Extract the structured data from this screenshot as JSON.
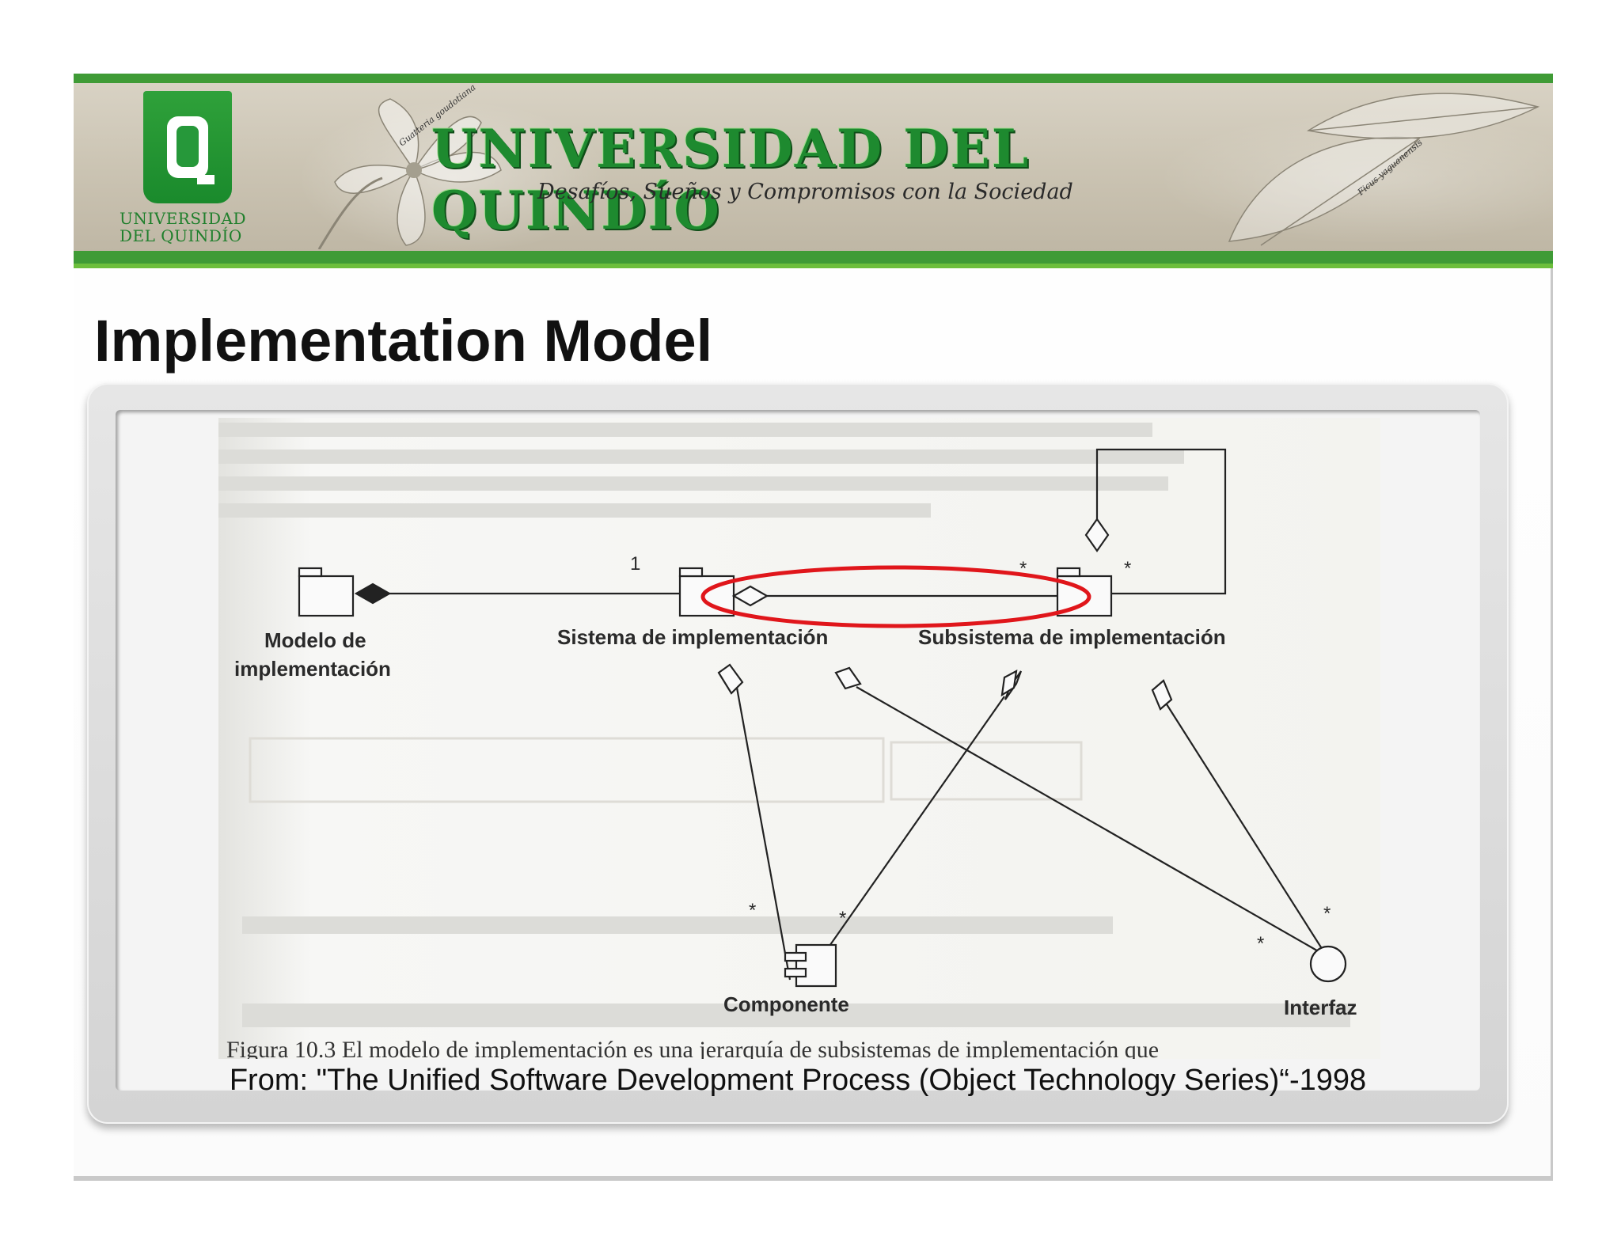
{
  "header": {
    "logo_text": [
      "UNIVERSIDAD",
      "DEL QUINDÍO"
    ],
    "title": "UNIVERSIDAD DEL QUINDÍO",
    "motto": "Desafíos, Sueños y Compromisos con la Sociedad",
    "flower_label": "Guatteria goudotiana",
    "leaf_label": "Ficus yaguanensis"
  },
  "slide": {
    "title": "Implementation Model",
    "caption": "From: \"The Unified Software Development Process (Object Technology Series)“-1998"
  },
  "diagram": {
    "nodes": {
      "modelo_line1": "Modelo de",
      "modelo_line2": "implementación",
      "sistema": "Sistema de implementación",
      "subsistema": "Subsistema de implementación",
      "componente": "Componente",
      "interfaz": "Interfaz"
    },
    "multiplicities": {
      "modelo_sistema": "1",
      "sistema_subsistema": "*",
      "subsistema_self": "*",
      "componente_a": "*",
      "componente_b": "*",
      "interfaz_a": "*",
      "interfaz_b": "*"
    },
    "figure_caption": "Figura 10.3   El modelo de implementación es una jerarquía de subsistemas de implementación que",
    "highlight_color": "#e0161b"
  }
}
